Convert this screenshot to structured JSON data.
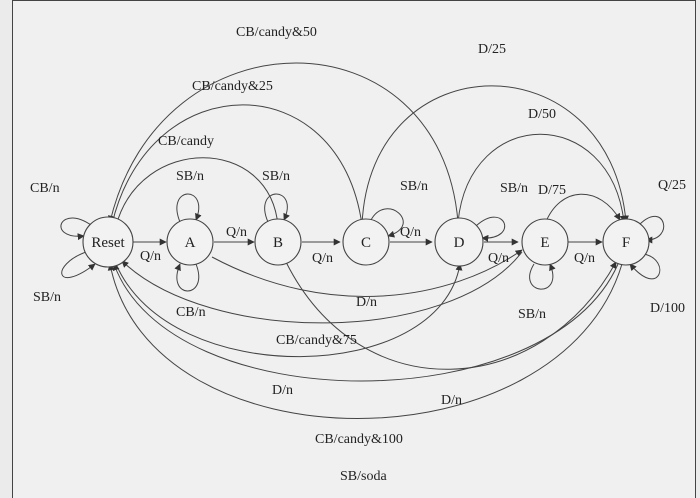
{
  "states": [
    "Reset",
    "A",
    "B",
    "C",
    "D",
    "E",
    "F"
  ],
  "edge_labels": {
    "cb_candy50": "CB/candy&50",
    "cb_candy25": "CB/candy&25",
    "cb_candy": "CB/candy",
    "d25": "D/25",
    "d50": "D/50",
    "d75": "D/75",
    "q25": "Q/25",
    "d100": "D/100",
    "cb_n_reset": "CB/n",
    "sb_n_reset": "SB/n",
    "sb_n_a": "SB/n",
    "cb_n_a": "CB/n",
    "sb_n_b": "SB/n",
    "sb_n_c": "SB/n",
    "sb_n_d": "SB/n",
    "sb_n_e": "SB/n",
    "q_n_reset_a": "Q/n",
    "q_n_a_b": "Q/n",
    "q_n_b_c": "Q/n",
    "q_n_c_d": "Q/n",
    "q_n_d_e": "Q/n",
    "q_n_e_f": "Q/n",
    "d_n_a_e": "D/n",
    "cb_candy75": "CB/candy&75",
    "d_n_reset_d": "D/n",
    "d_n_b_f": "D/n",
    "cb_candy100": "CB/candy&100",
    "sb_soda": "SB/soda"
  },
  "colors": {
    "stroke": "#444444",
    "background": "#f0f0f0"
  }
}
